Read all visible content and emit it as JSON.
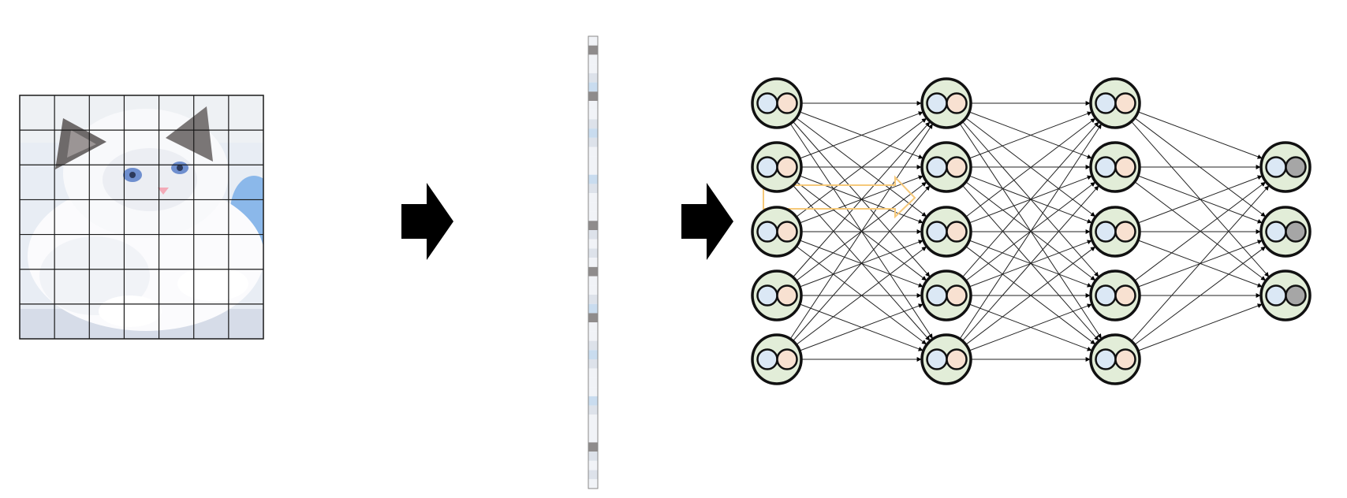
{
  "diagram": {
    "input_image": {
      "subject": "kitten photo",
      "grid": {
        "rows": 7,
        "cols": 7
      },
      "colors": {
        "background": "#e8edf4",
        "fur": "#fbfbfd",
        "fur_shadow": "#e4e7ee",
        "ear_dark": "#6e6a6a",
        "eye": "#6f8fcf",
        "nose": "#f3aab8",
        "blue_accent": "#8bb8ea",
        "floor": "#d6dce8",
        "grid_line": "#1a1a1a"
      }
    },
    "arrows": {
      "count": 2,
      "color": "#000000",
      "icon": "right-arrow"
    },
    "flattened_vector": {
      "cells": 49,
      "colors": {
        "border": "#8a8a8a",
        "cell_light": "#f1f3f7",
        "cell_mid": "#dde2ea",
        "cell_dark": "#8f8c8c",
        "cell_blue": "#c9dcef"
      }
    },
    "network": {
      "layers": [
        5,
        5,
        5,
        3
      ],
      "connection": "fully-connected",
      "neuron_colors": {
        "outer": "#e2edd8",
        "stroke": "#111111",
        "left_circle": "#dbe8f5",
        "right_circle": "#f8e1d1",
        "output_right_circle": "#a6a6a6"
      },
      "edge_color": "#222222",
      "highlight_arrow_color": "#f6c97a"
    }
  }
}
